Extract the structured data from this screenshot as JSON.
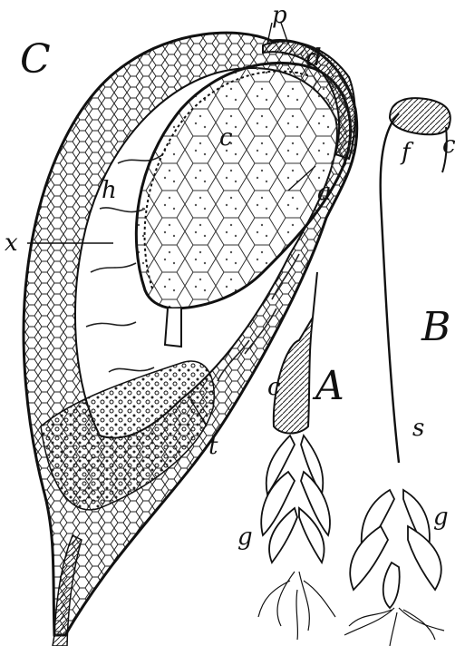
{
  "labels": {
    "C": "C",
    "p": "p",
    "d": "d",
    "c_top": "c",
    "h": "h",
    "x": "x",
    "a": "a",
    "t": "t",
    "A": "A",
    "c_A": "c",
    "g_A": "g",
    "B": "B",
    "f": "f",
    "c_B": "c",
    "s": "s",
    "g_B": "g"
  },
  "style": {
    "ink": "#111111",
    "paper": "#ffffff"
  }
}
